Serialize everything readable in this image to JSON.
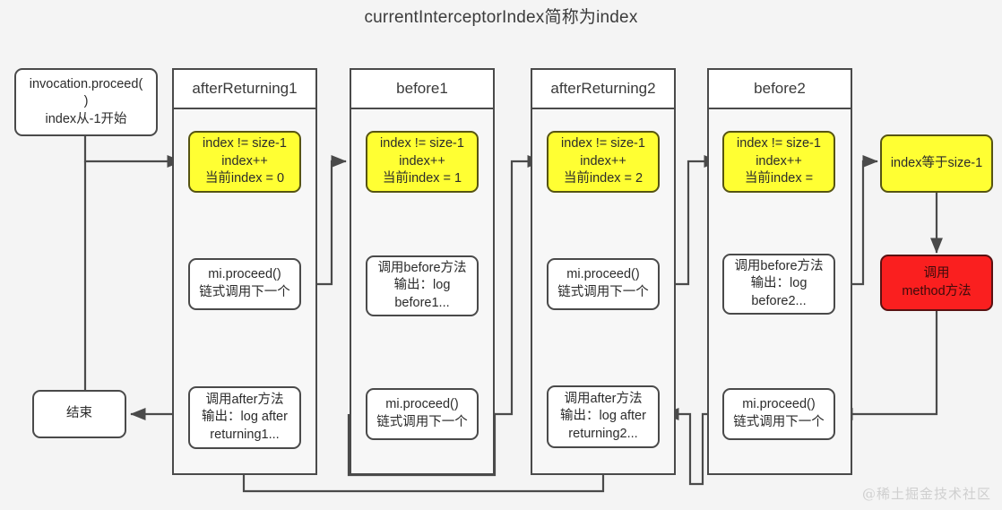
{
  "title": "currentInterceptorIndex简称为index",
  "watermark": "@稀土掘金技术社区",
  "colors": {
    "background": "#f4f4f4",
    "lane_fill": "#f7f7f7",
    "lane_header_fill": "#ffffff",
    "stroke": "#4a4a4a",
    "yellow": "#ffff33",
    "red": "#fa1f1f",
    "white": "#ffffff",
    "watermark": "#cfcfcf"
  },
  "entry": {
    "label": "invocation.proceed(\n)\nindex从-1开始"
  },
  "end": {
    "label": "结束"
  },
  "lanes": [
    {
      "name": "afterReturning1",
      "title": "afterReturning1",
      "nodes": [
        {
          "id": "l1-check",
          "style": "yellow",
          "label": "index != size-1\nindex++\n当前index = 0"
        },
        {
          "id": "l1-proceed",
          "style": "plain",
          "label": "mi.proceed()\n链式调用下一个"
        },
        {
          "id": "l1-after",
          "style": "plain",
          "label": "调用after方法\n输出：log after\nreturning1..."
        }
      ]
    },
    {
      "name": "before1",
      "title": "before1",
      "nodes": [
        {
          "id": "l2-check",
          "style": "yellow",
          "label": "index != size-1\nindex++\n当前index = 1"
        },
        {
          "id": "l2-before",
          "style": "plain",
          "label": "调用before方法\n输出：log\nbefore1..."
        },
        {
          "id": "l2-proceed",
          "style": "plain",
          "label": "mi.proceed()\n链式调用下一个"
        }
      ]
    },
    {
      "name": "afterReturning2",
      "title": "afterReturning2",
      "nodes": [
        {
          "id": "l3-check",
          "style": "yellow",
          "label": "index != size-1\nindex++\n当前index = 2"
        },
        {
          "id": "l3-proceed",
          "style": "plain",
          "label": "mi.proceed()\n链式调用下一个"
        },
        {
          "id": "l3-after",
          "style": "plain",
          "label": "调用after方法\n输出：log after\nreturning2..."
        }
      ]
    },
    {
      "name": "before2",
      "title": "before2",
      "nodes": [
        {
          "id": "l4-check",
          "style": "yellow",
          "label": "index != size-1\nindex++\n当前index ="
        },
        {
          "id": "l4-before",
          "style": "plain",
          "label": "调用before方法\n输出：log\nbefore2..."
        },
        {
          "id": "l4-proceed",
          "style": "plain",
          "label": "mi.proceed()\n链式调用下一个"
        }
      ]
    }
  ],
  "terminal": {
    "check": {
      "label": "index等于size-1",
      "style": "yellow"
    },
    "invoke": {
      "label": "调用\nmethod方法",
      "style": "red"
    }
  }
}
